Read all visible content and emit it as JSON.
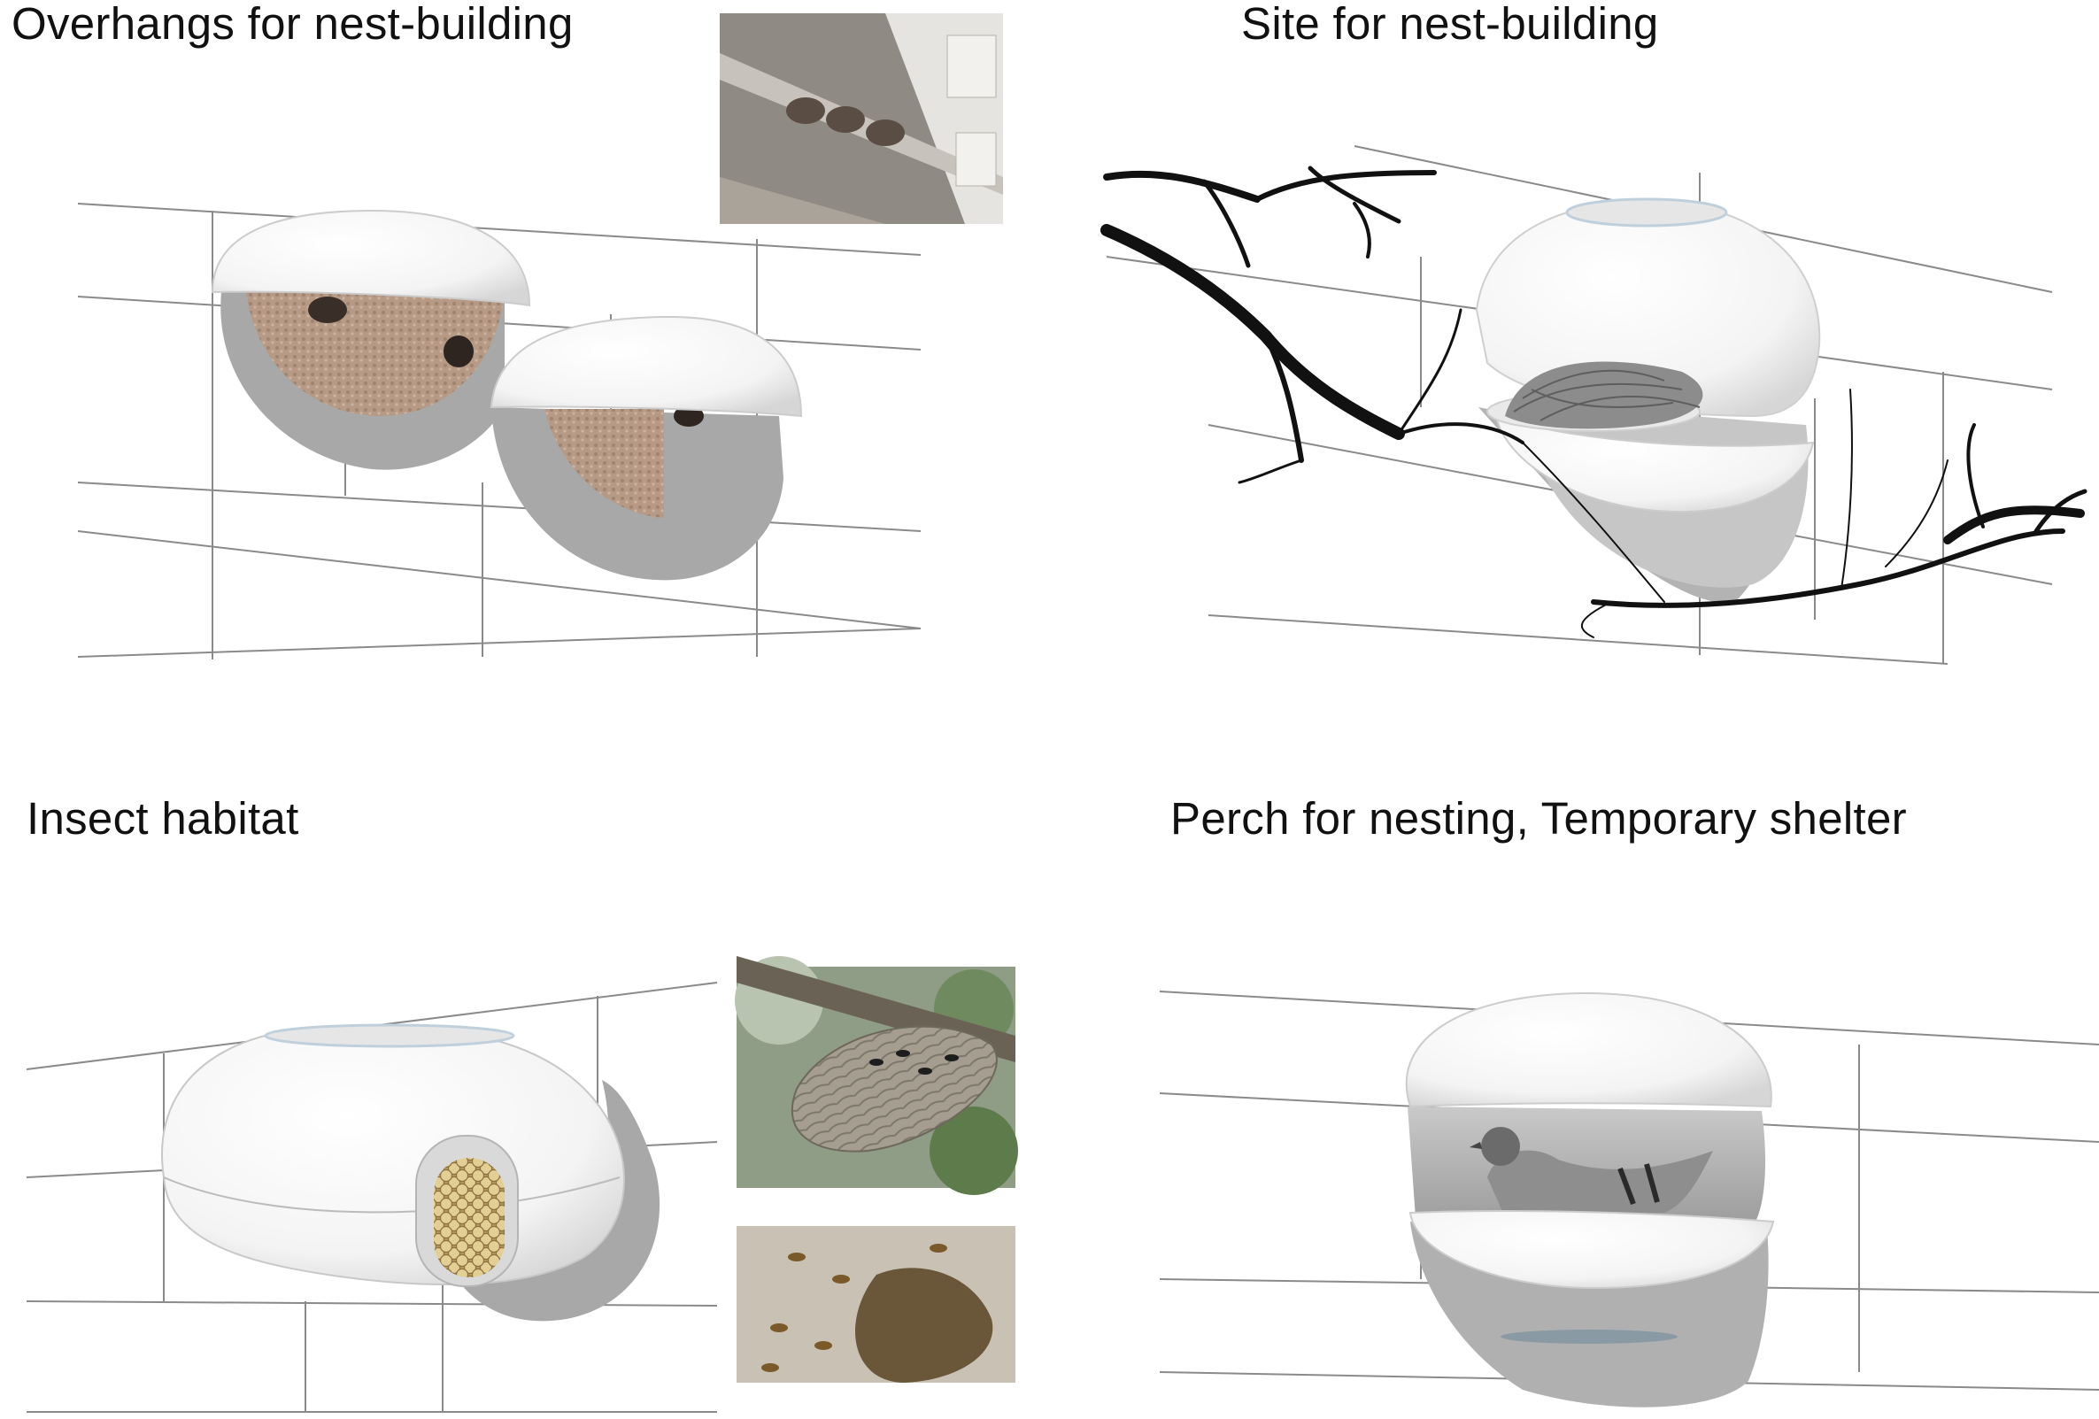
{
  "panels": [
    {
      "title": "Overhangs for nest-building"
    },
    {
      "title": "Site for nest-building"
    },
    {
      "title": "Insect habitat"
    },
    {
      "title": "Perch for nesting, Temporary shelter"
    }
  ],
  "colors": {
    "wall_line": "#8a8a8a",
    "module_white": "#ffffff",
    "module_shade": "#e2e2e2",
    "shadow": "#a8a8a8",
    "mud_nest": "#b79c88",
    "branch": "#111111",
    "honeycomb": "#c9b27a",
    "hive": "#9c9587"
  }
}
